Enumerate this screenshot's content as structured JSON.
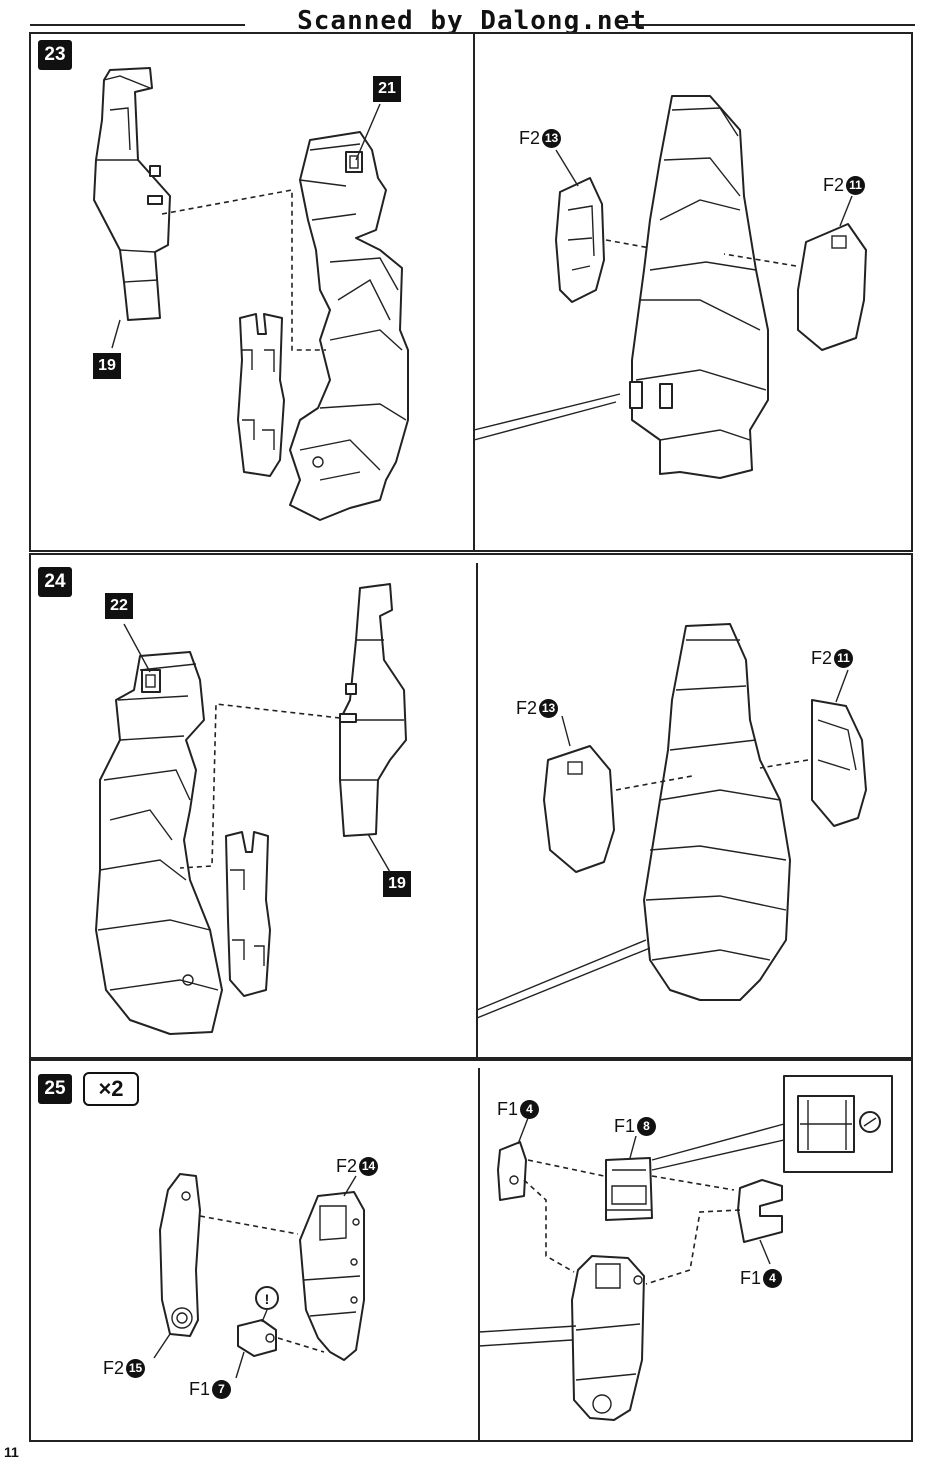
{
  "header": {
    "watermark": "Scanned by Dalong.net"
  },
  "page_number": "11",
  "steps": {
    "s23": {
      "number": "23",
      "tag_a": "21",
      "tag_b": "19",
      "right": {
        "part_a": "F2",
        "num_a": "13",
        "part_b": "F2",
        "num_b": "11"
      }
    },
    "s24": {
      "number": "24",
      "tag_a": "22",
      "tag_b": "19",
      "right": {
        "part_a": "F2",
        "num_a": "13",
        "part_b": "F2",
        "num_b": "11"
      }
    },
    "s25": {
      "number": "25",
      "multiplier": "×2",
      "left": {
        "part_a": "F2",
        "num_a": "14",
        "part_b": "F2",
        "num_b": "15",
        "part_c": "F1",
        "num_c": "7",
        "warning": "!"
      },
      "right": {
        "part_a": "F1",
        "num_a": "4",
        "part_b": "F1",
        "num_b": "8",
        "part_c": "F1",
        "num_c": "4"
      }
    }
  }
}
